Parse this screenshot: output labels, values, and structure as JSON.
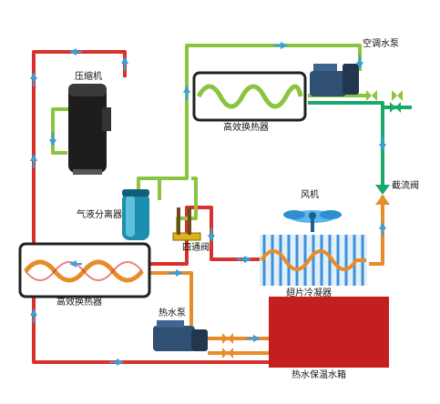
{
  "labels": {
    "compressor": "压缩机",
    "gas_liquid_separator": "气液分离器",
    "hx_top": "高效换热器",
    "hx_bottom": "高效换热器",
    "ac_pump": "空调水泵",
    "throttle_valve": "截流阀",
    "fan": "风机",
    "four_way_valve": "四通阀",
    "fin_condenser": "翅片冷凝器",
    "hot_water_pump": "热水泵",
    "insulated_tank": "热水保温水箱"
  },
  "colors": {
    "red_pipe": "#d8302a",
    "green_pipe": "#8bc43f",
    "teal_pipe": "#1aa96b",
    "orange_pipe": "#e88c2a",
    "tank": "#c41e1e",
    "pump": "#2f4f73",
    "fin_blue": "#3f8fd9",
    "flow_arrow": "#3aa0d8"
  }
}
